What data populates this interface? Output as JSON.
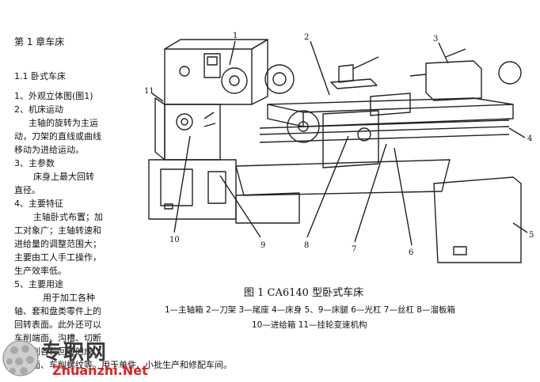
{
  "left_column": {
    "chapter_title": "第 1 章车床",
    "section_title": "1.1 卧式车床",
    "lines": [
      "1、外观立体图(图1)",
      "2、机床运动",
      "主轴的旋转为主运",
      "动，刀架的直线或曲线",
      "移动为进给运动。",
      "3、主参数",
      "床身上最大回转",
      "直径。",
      "4、主要特征",
      "主轴卧式布置；加",
      "工对象广；主轴转速和",
      "进给量的调整范围大；",
      "主要由工人手工操作，",
      "生产效率低。",
      "5、主要用途",
      "用于加工各种",
      "轴、套和盘类零件上的",
      "回转表面。此外还可以",
      "车削端面、沟槽、切断",
      "及车削各种回转的成",
      "形表面、车削螺纹等。用于单件、小批生产和修配车间。"
    ]
  },
  "figure": {
    "callouts": [
      "1",
      "2",
      "3",
      "4",
      "5",
      "6",
      "7",
      "8",
      "9",
      "10",
      "11"
    ],
    "caption": "图 1   CA6140 型卧式车床",
    "legend_line1": "1—主轴箱  2—刀架  3—尾座  4—床身  5、9—床腿  6—光杠  7—丝杠  8—溜板箱",
    "legend_line2": "10—进给箱  11—挂轮变速机构"
  },
  "watermark": {
    "cn": "专职网",
    "en": "Zhuanzhi.Net"
  }
}
